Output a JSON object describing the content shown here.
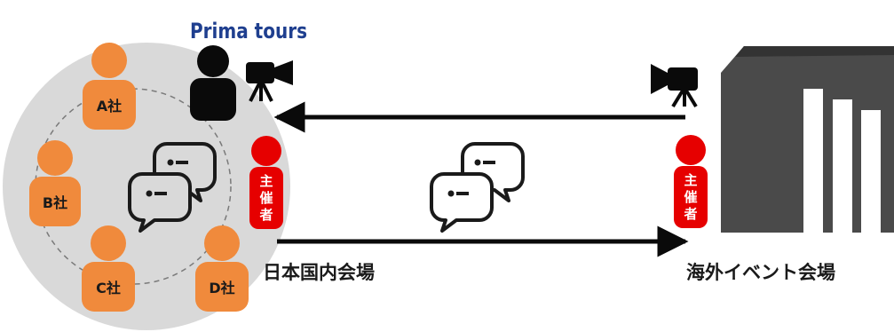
{
  "brand": {
    "name": "Prima tours"
  },
  "domestic_venue": {
    "label": "日本国内会場",
    "companies": [
      "A社",
      "B社",
      "C社",
      "D社"
    ],
    "organizer_label": [
      "主",
      "催",
      "者"
    ]
  },
  "overseas_venue": {
    "label": "海外イベント会場",
    "organizer_label": [
      "主",
      "催",
      "者"
    ]
  },
  "icons": [
    "camera-icon",
    "chat-bubbles-icon",
    "person-icon",
    "building-icon"
  ],
  "colors": {
    "company_person": "#f08a3c",
    "organizer": "#e60000",
    "crew": "#0a0a0a",
    "venue_circle": "#d9d9d9",
    "building": "#4a4a4a",
    "brand": "#1f3f8f"
  }
}
